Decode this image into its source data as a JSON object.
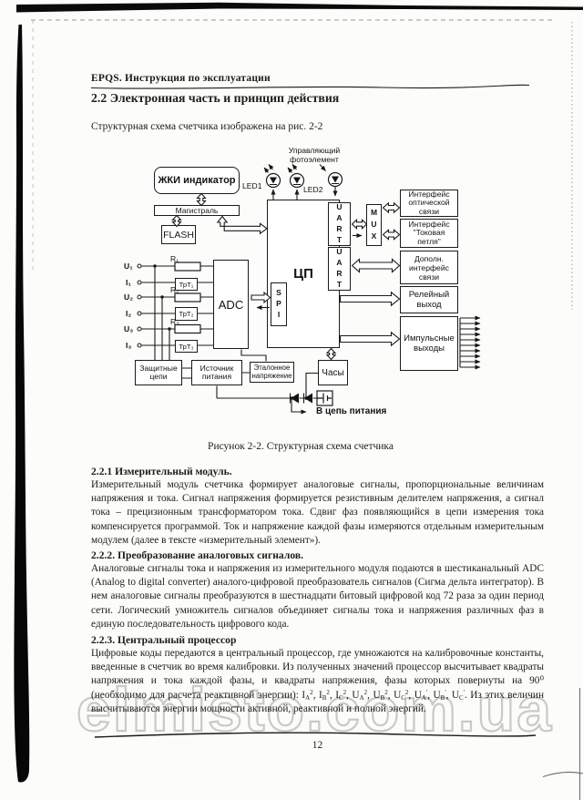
{
  "page": {
    "header": "EPQS. Инструкция по эксплуатации",
    "section_title": "2.2 Электронная часть и принцип действия",
    "intro": "Структурная схема счетчика изображена на рис. 2-2",
    "figure_caption": "Рисунок 2-2. Структурная схема счетчика",
    "page_number": "12",
    "watermark": "elmisto.com.ua"
  },
  "sections": [
    {
      "heading": "2.2.1 Измерительный модуль.",
      "body": "Измерительный модуль счетчика формирует аналоговые сигналы, пропорциональные величинам напряжения и тока. Сигнал напряжения формируется резистивным делителем напряжения, а сигнал тока – прецизионным трансформатором тока. Сдвиг фаз появляющийся в цепи измерения тока компенсируется программой. Ток и напряжение каждой фазы измеряются отдельным измерительным модулем (далее в тексте «измерительный элемент»)."
    },
    {
      "heading": "2.2.2. Преобразование аналоговых сигналов.",
      "body": "Аналоговые сигналы тока и напряжения из измерительного модуля подаются в шестиканальный ADC (Analog to digital converter) аналого-цифровой преобразователь сигналов (Сигма дельта интегратор). В нем аналоговые сигналы преобразуются в шестнадцати битовый цифровой код 72 раза за один период сети. Логический умножитель сигналов объединяет сигналы тока и напряжения различных фаз в единую последовательность цифрового кода."
    },
    {
      "heading": "2.2.3. Центральный процессор",
      "body_before": "Цифровые коды передаются в центральный процессор, где умножаются на калибровочные константы, введенные в счетчик во время калибровки. Из полученных значений процессор высчитывает квадраты напряжения и тока каждой фазы, и квадраты напряжения, фазы которых повернуты на 90⁰ (необходимо для расчета реактивной энергии): ",
      "formula": [
        {
          "b": "I",
          "s": "A",
          "p": "2",
          "t": ", "
        },
        {
          "b": "I",
          "s": "B",
          "p": "2",
          "t": ", "
        },
        {
          "b": "I",
          "s": "C",
          "p": "2",
          "t": ", "
        },
        {
          "b": "U",
          "s": "A",
          "p": "2",
          "t": ", "
        },
        {
          "b": "U",
          "s": "B",
          "p": "2",
          "t": ", "
        },
        {
          "b": "U",
          "s": "C",
          "p": "2",
          "t": ", "
        },
        {
          "b": "U",
          "s": "A",
          "p": "'",
          "t": ", "
        },
        {
          "b": "U",
          "s": "B",
          "p": "'",
          "t": ", "
        },
        {
          "b": "U",
          "s": "C",
          "p": "'",
          "t": ". "
        }
      ],
      "body_after": "Из этих величин высчитываются энергии мощности активной, реактивной и полной энергий."
    }
  ],
  "diagram": {
    "lcd": "ЖКИ индикатор",
    "bus": "Магистраль",
    "flash": "FLASH",
    "cpu": "ЦП",
    "adc": "ADC",
    "spi": "SPI",
    "uart": "UART",
    "mux": "MUX",
    "led1": "LED1",
    "led2": "LED2",
    "photo_line1": "Управляющий",
    "photo_line2": "фотоэлемент",
    "inputs": [
      "U₁",
      "I₁",
      "U₂",
      "I₂",
      "U₃",
      "I₃"
    ],
    "resistors": [
      "R₁",
      "R₂",
      "R₃"
    ],
    "transformers": [
      "ТрТ₁",
      "ТрТ₂",
      "ТрТ₃"
    ],
    "protection": "Защитные цепи",
    "power": "Источник питания",
    "reference": "Эталонное напряжение",
    "clock": "Часы",
    "power_line": "В цепь питания",
    "interfaces": [
      "Интерфейс оптической связи",
      "Интерфейс \"Токовая петля\"",
      "Дополн. интерфейс связи",
      "Релейный выход",
      "Импульсные выходы"
    ]
  }
}
